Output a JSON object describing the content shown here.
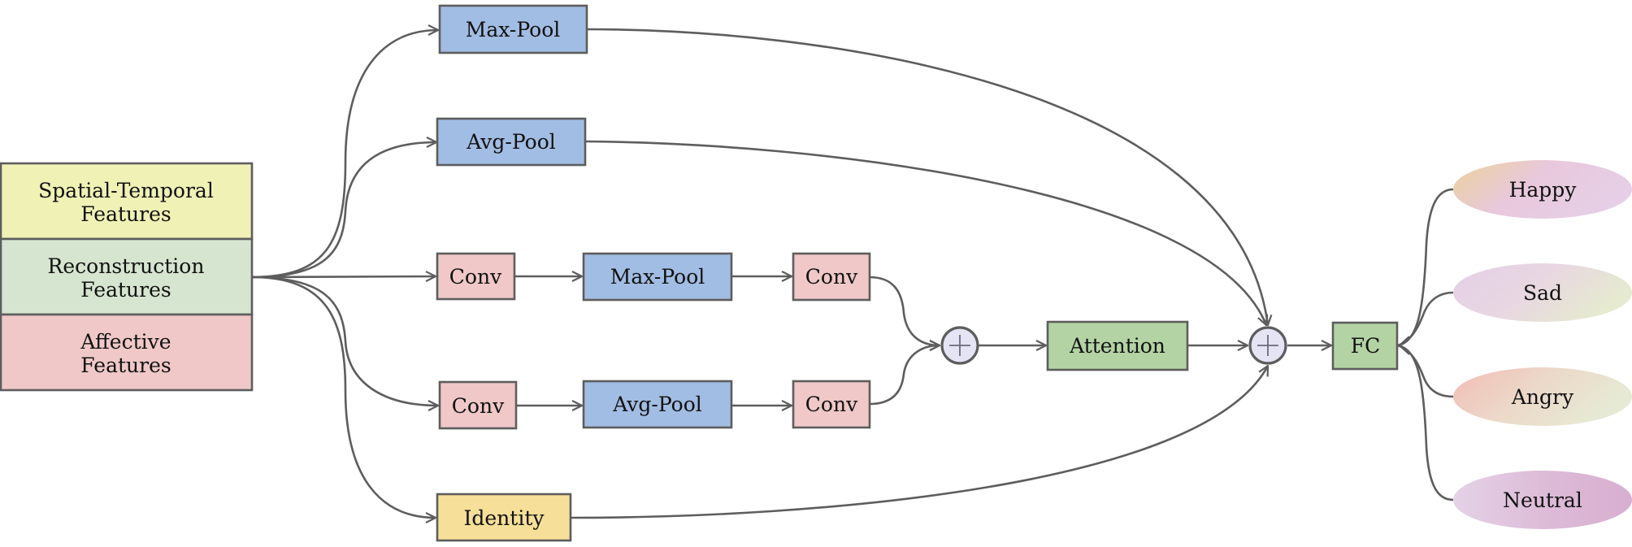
{
  "diagram": {
    "features": [
      {
        "lines": [
          "Spatial-Temporal",
          "Features"
        ],
        "color": "#f0f1b5"
      },
      {
        "lines": [
          "Reconstruction",
          "Features"
        ],
        "color": "#d6e5d0"
      },
      {
        "lines": [
          "Affective",
          "Features"
        ],
        "color": "#f0c8c8"
      }
    ],
    "branches": {
      "maxpool_top": "Max-Pool",
      "avgpool_top": "Avg-Pool",
      "conv_1a": "Conv",
      "maxpool_mid": "Max-Pool",
      "conv_1b": "Conv",
      "conv_2a": "Conv",
      "avgpool_mid": "Avg-Pool",
      "conv_2b": "Conv",
      "identity": "Identity"
    },
    "attention": "Attention",
    "fc": "FC",
    "sum_symbol": "+",
    "outputs": [
      {
        "label": "Happy",
        "colors": [
          "#ecd29a",
          "#e8c8dc",
          "#e6cfe6"
        ]
      },
      {
        "label": "Sad",
        "colors": [
          "#e4cfe6",
          "#e8d6e2",
          "#e6ead0"
        ]
      },
      {
        "label": "Angry",
        "colors": [
          "#f2bcb6",
          "#ecd8c8",
          "#e6ead4"
        ]
      },
      {
        "label": "Neutral",
        "colors": [
          "#e4d2e6",
          "#ddbcd8",
          "#d8aed0"
        ]
      }
    ],
    "colors": {
      "pool": "#a2bde3",
      "conv": "#f0c8c8",
      "identity": "#f6df98",
      "dense": "#b3d3a4",
      "sum_fill": "#e4e4f4",
      "stroke": "#5d5d5d"
    }
  }
}
